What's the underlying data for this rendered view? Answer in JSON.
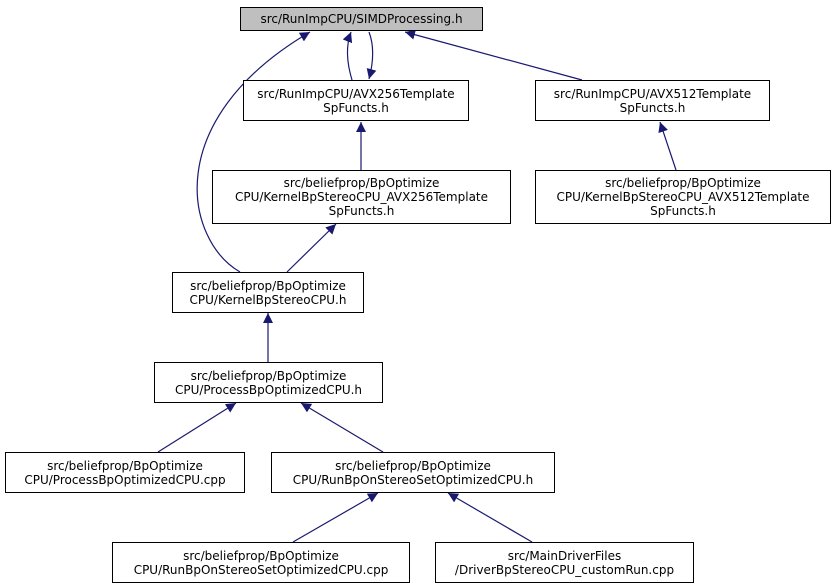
{
  "colors": {
    "edge": "#191970",
    "root_fill": "#bfbfbf",
    "node_fill": "#ffffff",
    "border": "#000000"
  },
  "nodes": [
    {
      "id": "simd",
      "lines": [
        "src/RunImpCPU/SIMDProcessing.h"
      ]
    },
    {
      "id": "avx256",
      "lines": [
        "src/RunImpCPU/AVX256Template",
        "SpFuncts.h"
      ]
    },
    {
      "id": "avx512",
      "lines": [
        "src/RunImpCPU/AVX512Template",
        "SpFuncts.h"
      ]
    },
    {
      "id": "kavx256",
      "lines": [
        "src/beliefprop/BpOptimize",
        "CPU/KernelBpStereoCPU_AVX256Template",
        "SpFuncts.h"
      ]
    },
    {
      "id": "kavx512",
      "lines": [
        "src/beliefprop/BpOptimize",
        "CPU/KernelBpStereoCPU_AVX512Template",
        "SpFuncts.h"
      ]
    },
    {
      "id": "kernel",
      "lines": [
        "src/beliefprop/BpOptimize",
        "CPU/KernelBpStereoCPU.h"
      ]
    },
    {
      "id": "process_h",
      "lines": [
        "src/beliefprop/BpOptimize",
        "CPU/ProcessBpOptimizedCPU.h"
      ]
    },
    {
      "id": "process_cpp",
      "lines": [
        "src/beliefprop/BpOptimize",
        "CPU/ProcessBpOptimizedCPU.cpp"
      ]
    },
    {
      "id": "run_h",
      "lines": [
        "src/beliefprop/BpOptimize",
        "CPU/RunBpOnStereoSetOptimizedCPU.h"
      ]
    },
    {
      "id": "run_cpp",
      "lines": [
        "src/beliefprop/BpOptimize",
        "CPU/RunBpOnStereoSetOptimizedCPU.cpp"
      ]
    },
    {
      "id": "driver",
      "lines": [
        "src/MainDriverFiles",
        "/DriverBpStereoCPU_customRun.cpp"
      ]
    }
  ],
  "edges": [
    {
      "from": "avx256",
      "to": "simd"
    },
    {
      "from": "simd",
      "to": "avx256"
    },
    {
      "from": "avx512",
      "to": "simd"
    },
    {
      "from": "kernel",
      "to": "simd"
    },
    {
      "from": "kavx256",
      "to": "avx256"
    },
    {
      "from": "kavx512",
      "to": "avx512"
    },
    {
      "from": "kernel",
      "to": "kavx256"
    },
    {
      "from": "process_h",
      "to": "kernel"
    },
    {
      "from": "process_cpp",
      "to": "process_h"
    },
    {
      "from": "run_h",
      "to": "process_h"
    },
    {
      "from": "run_cpp",
      "to": "run_h"
    },
    {
      "from": "driver",
      "to": "run_h"
    }
  ]
}
